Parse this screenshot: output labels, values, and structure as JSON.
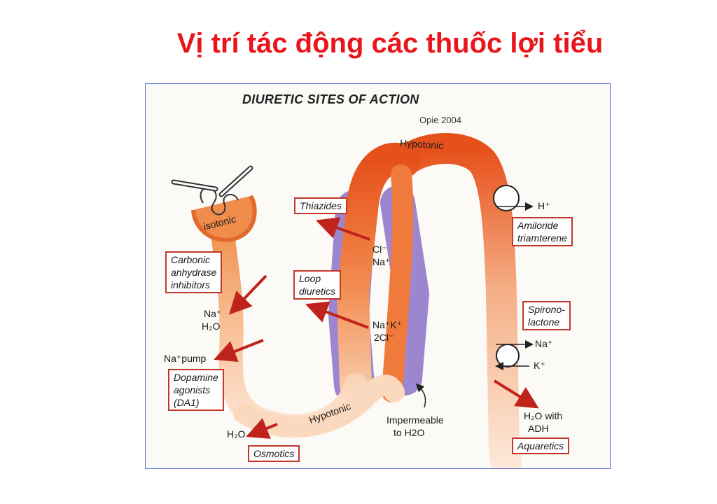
{
  "slide": {
    "title": "Vị trí tác động các thuốc lợi tiểu"
  },
  "figure": {
    "title": "DIURETIC SITES OF ACTION",
    "credit": "Opie 2004",
    "segments": {
      "isotonic": "isotonic",
      "hypotonic_top": "Hypotonic",
      "hypotonic_bottom": "Hypotonic",
      "impermeable_line1": "Impermeable",
      "impermeable_line2": "to H2O"
    },
    "drugs": {
      "thiazides": "Thiazides",
      "carbonic": [
        "Carbonic",
        "anhydrase",
        "inhibitors"
      ],
      "loop": [
        "Loop",
        "diuretics"
      ],
      "dopamine": [
        "Dopamine",
        "agonists",
        "(DA1)"
      ],
      "osmotics": "Osmotics",
      "amiloride": [
        "Amiloride",
        "triamterene"
      ],
      "spironolactone": [
        "Spirono-",
        "lactone"
      ],
      "aquaretics": "Aquaretics"
    },
    "ions": {
      "cl": "Cl⁻",
      "na": "Na⁺",
      "na_h2o_1": "Na⁺",
      "na_h2o_2": "H₂O",
      "na_pump": "Na⁺pump",
      "nak": "Na⁺K⁺",
      "two_cl": "2Cl⁻",
      "h2o_osm": "H₂O",
      "h_plus": "H⁺",
      "na_dist": "Na⁺",
      "k_plus": "K⁺",
      "h2o_adh_1": "H₂O with",
      "h2o_adh_2": "ADH"
    },
    "colors": {
      "tubule_dark": "#e8561c",
      "tubule_light": "#fbe2cf",
      "membrane": "#9b86cf",
      "box_border": "#c0392b",
      "arrow": "#c0231b"
    }
  }
}
